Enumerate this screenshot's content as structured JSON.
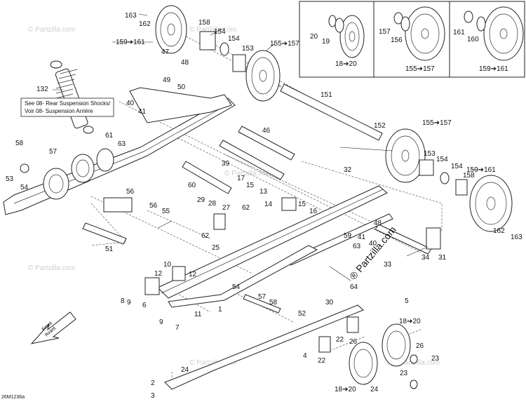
{
  "watermark": "© Partzilla.com",
  "brand": "® Partzilla.com",
  "figure_code": "26M1236a",
  "note": {
    "line1": "See 08- Rear Suspension Shocks/",
    "line2": "Voir 08- Suspension Arrière"
  },
  "front_arrow": {
    "line1": "Front",
    "line2": "Avant"
  },
  "labels": [
    "163",
    "162",
    "158",
    "154",
    "154",
    "153",
    "159➔161",
    "47",
    "48",
    "155➔157",
    "132",
    "49",
    "50",
    "40",
    "41",
    "151",
    "46",
    "152",
    "155➔157",
    "61",
    "63",
    "58",
    "57",
    "39",
    "153",
    "154",
    "154",
    "158",
    "159➔161",
    "53",
    "54",
    "60",
    "17",
    "15",
    "13",
    "32",
    "56",
    "29",
    "28",
    "27",
    "62",
    "14",
    "15",
    "16",
    "56",
    "55",
    "48",
    "41",
    "40",
    "62",
    "25",
    "59",
    "63",
    "162",
    "163",
    "51",
    "10",
    "12",
    "12",
    "33",
    "34",
    "31",
    "8",
    "9",
    "6",
    "11",
    "1",
    "54",
    "57",
    "58",
    "64",
    "30",
    "5",
    "52",
    "9",
    "7",
    "18➔20",
    "22",
    "26",
    "24",
    "4",
    "22",
    "26",
    "23",
    "2",
    "3",
    "18➔20",
    "24",
    "23",
    "20",
    "19",
    "157",
    "156",
    "161",
    "160",
    "18➔20",
    "155➔157",
    "159➔161"
  ]
}
